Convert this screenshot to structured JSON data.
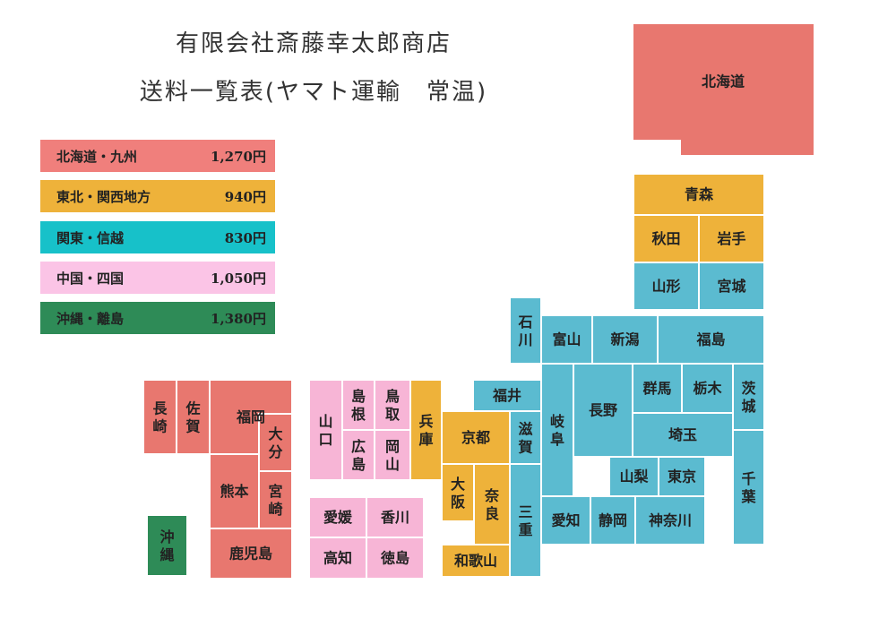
{
  "title_line1": "有限会社斎藤幸太郎商店",
  "title_line2": "送料一覧表(ヤマト運輸　常温)",
  "colors": {
    "hokkaido_kyushu": "#e8776f",
    "tohoku_kansai": "#eeb23a",
    "kanto_shinetsu": "#5bbbd0",
    "chugoku_shikoku": "#f7b5d6",
    "okinawa": "#2e8b57"
  },
  "legend": [
    {
      "region": "北海道・九州",
      "price": "1,270円",
      "color": "#f07f7c"
    },
    {
      "region": "東北・関西地方",
      "price": "940円",
      "color": "#eeb23a"
    },
    {
      "region": "関東・信越",
      "price": "830円",
      "color": "#17c1c9"
    },
    {
      "region": "中国・四国",
      "price": "1,050円",
      "color": "#fbc4e6"
    },
    {
      "region": "沖縄・離島",
      "price": "1,380円",
      "color": "#2e8b57"
    }
  ],
  "prefectures": {
    "hokkaido": "北海道",
    "aomori": "青森",
    "akita": "秋田",
    "iwate": "岩手",
    "yamagata": "山形",
    "miyagi": "宮城",
    "ishikawa": "石川",
    "toyama": "富山",
    "niigata": "新潟",
    "fukushima": "福島",
    "fukui": "福井",
    "gifu": "岐阜",
    "nagano": "長野",
    "gunma": "群馬",
    "tochigi": "栃木",
    "ibaraki": "茨城",
    "saitama": "埼玉",
    "yamanashi": "山梨",
    "tokyo": "東京",
    "chiba": "千葉",
    "aichi": "愛知",
    "shizuoka": "静岡",
    "kanagawa": "神奈川",
    "shiga": "滋賀",
    "kyoto": "京都",
    "mie": "三重",
    "osaka": "大阪",
    "nara": "奈良",
    "wakayama": "和歌山",
    "hyogo": "兵庫",
    "tottori": "鳥取",
    "shimane": "島根",
    "okayama": "岡山",
    "hiroshima": "広島",
    "yamaguchi": "山口",
    "ehime": "愛媛",
    "kagawa": "香川",
    "kochi": "高知",
    "tokushima": "徳島",
    "nagasaki": "長崎",
    "saga": "佐賀",
    "fukuoka": "福岡",
    "oita": "大分",
    "kumamoto": "熊本",
    "miyazaki": "宮崎",
    "kagoshima": "鹿児島",
    "okinawa": "沖縄"
  }
}
